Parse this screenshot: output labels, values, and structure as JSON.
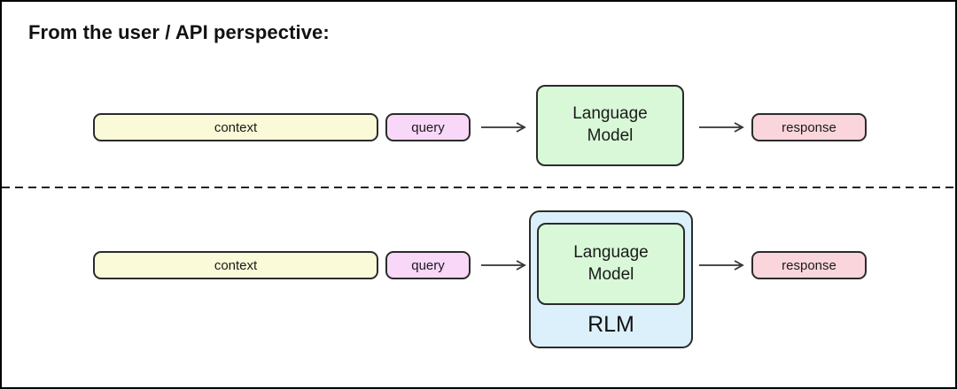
{
  "title": "From the user / API perspective:",
  "colors": {
    "context_fill": "#fafad8",
    "query_fill": "#f8d7f8",
    "model_fill": "#d8f8d7",
    "response_fill": "#fad5dc",
    "rlm_fill": "#dbf0fa",
    "box_border": "#2b2b2b",
    "arrow": "#333333",
    "divider": "#222222"
  },
  "rows": [
    {
      "name": "plain-language-model",
      "context_label": "context",
      "query_label": "query",
      "model_label": "Language Model",
      "response_label": "response"
    },
    {
      "name": "retrieval-language-model",
      "context_label": "context",
      "query_label": "query",
      "model_label": "Language Model",
      "wrapper_label": "RLM",
      "response_label": "response"
    }
  ]
}
